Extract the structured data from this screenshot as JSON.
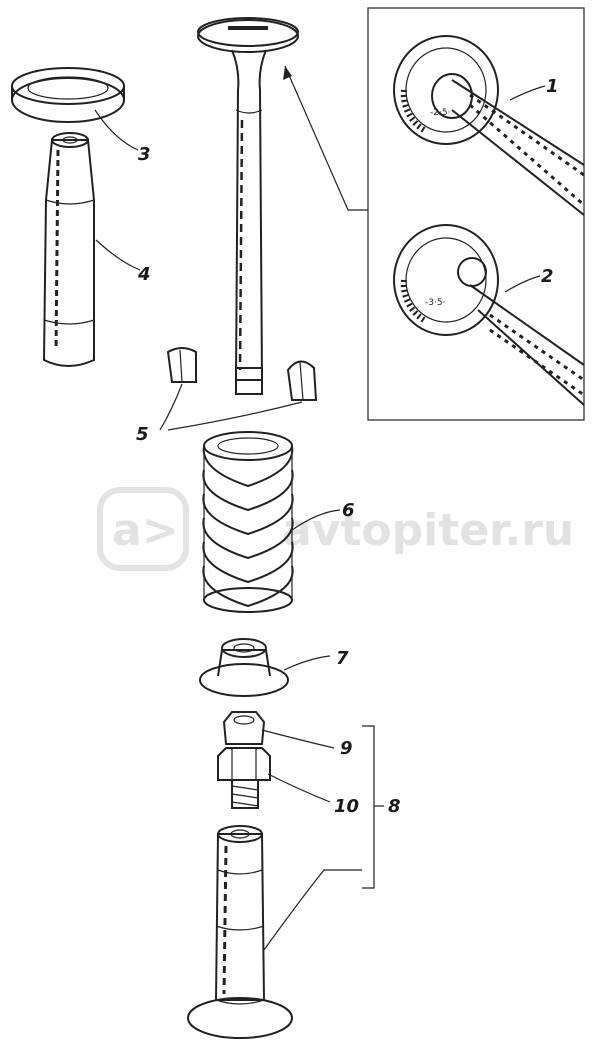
{
  "labels": {
    "l1": "1",
    "l2": "2",
    "l3": "3",
    "l4": "4",
    "l5": "5",
    "l6": "6",
    "l7": "7",
    "l8": "8",
    "l9": "9",
    "l10": "10"
  },
  "watermark": {
    "logo": "a>",
    "text": "avtopiter.ru"
  },
  "colors": {
    "ink": "#222222",
    "paper": "#ffffff",
    "watermark": "#d9d9d9"
  }
}
